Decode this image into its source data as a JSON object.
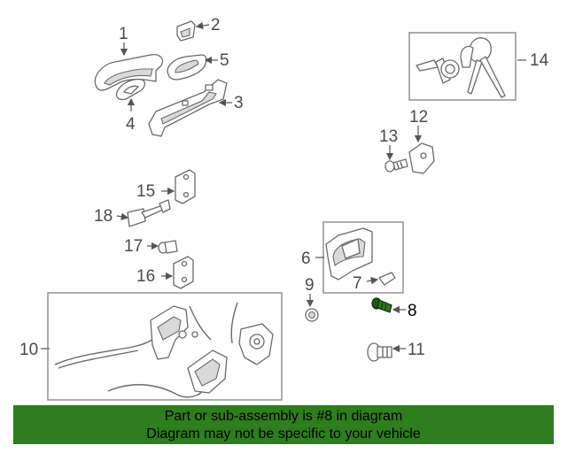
{
  "callouts": {
    "c1": "1",
    "c2": "2",
    "c3": "3",
    "c4": "4",
    "c5": "5",
    "c6": "6",
    "c7": "7",
    "c8": "8",
    "c9": "9",
    "c10": "10",
    "c11": "11",
    "c12": "12",
    "c13": "13",
    "c14": "14",
    "c15": "15",
    "c16": "16",
    "c17": "17",
    "c18": "18"
  },
  "highlight_part": "8",
  "colors": {
    "banner_bg": "#2e7d1e",
    "highlight": "#1e5a12",
    "line": "#6a6a6a"
  },
  "banner": {
    "line1": "Part or sub-assembly is #8 in diagram",
    "line2": "Diagram may not be specific to your vehicle"
  }
}
